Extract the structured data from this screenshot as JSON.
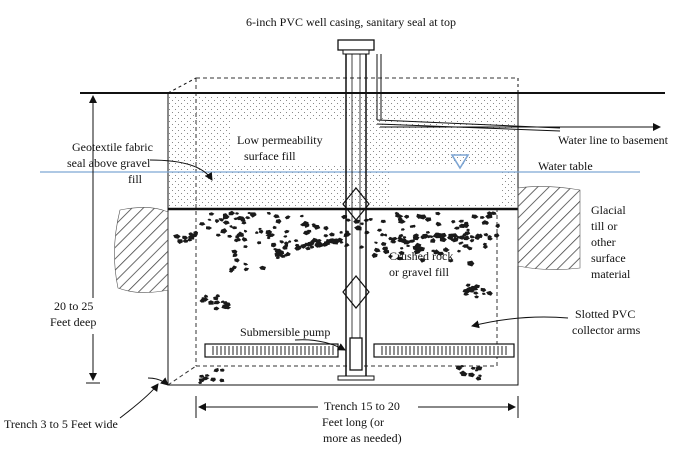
{
  "labels": {
    "casing": "6-inch PVC well casing, sanitary seal at top",
    "waterline": "Water line to basement",
    "watertable": "Water table",
    "geo1": "Geotextile fabric",
    "geo2": "seal above gravel",
    "geo3": "fill",
    "lowperm1": "Low permeability",
    "lowperm2": "surface fill",
    "glacial1": "Glacial",
    "glacial2": "till or",
    "glacial3": "other",
    "glacial4": "surface",
    "glacial5": "material",
    "crushed1": "Crushed rock",
    "crushed2": "or gravel fill",
    "depth1": "20 to 25",
    "depth2": "Feet deep",
    "pump": "Submersible pump",
    "slotted1": "Slotted PVC",
    "slotted2": "collector arms",
    "trenchwidth": "Trench 3 to 5 Feet wide",
    "trenchlen1": "Trench  15 to 20",
    "trenchlen2": "Feet long  (or",
    "trenchlen3": "more as needed)"
  },
  "colors": {
    "watertable": "#7ea6d4",
    "line": "#111111",
    "hatch": "#555555",
    "gravel": "#1a1a1a"
  }
}
